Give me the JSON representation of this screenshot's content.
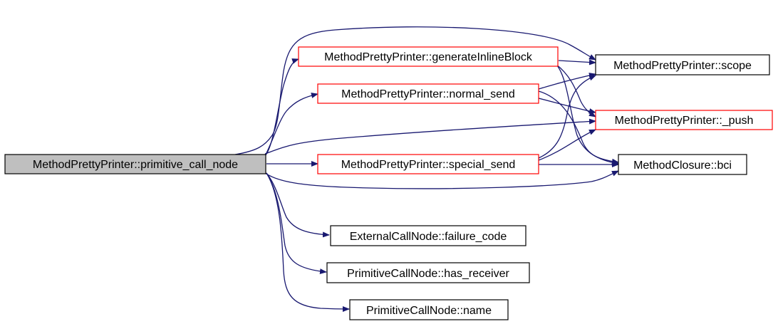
{
  "colors": {
    "edge": "#191970",
    "root_fill": "#bfbfbf",
    "node_fill": "#ffffff",
    "border_default": "#000000",
    "border_highlight": "#ff0000",
    "text": "#000000"
  },
  "nodes": {
    "root": {
      "label": "MethodPrettyPrinter::primitive_call_node",
      "style": "root"
    },
    "generate_inline_block": {
      "label": "MethodPrettyPrinter::generateInlineBlock",
      "style": "highlight"
    },
    "normal_send": {
      "label": "MethodPrettyPrinter::normal_send",
      "style": "highlight"
    },
    "special_send": {
      "label": "MethodPrettyPrinter::special_send",
      "style": "highlight"
    },
    "scope": {
      "label": "MethodPrettyPrinter::scope",
      "style": "default"
    },
    "push": {
      "label": "MethodPrettyPrinter::_push",
      "style": "highlight"
    },
    "bci": {
      "label": "MethodClosure::bci",
      "style": "default"
    },
    "failure_code": {
      "label": "ExternalCallNode::failure_code",
      "style": "default"
    },
    "has_receiver": {
      "label": "PrimitiveCallNode::has_receiver",
      "style": "default"
    },
    "name": {
      "label": "PrimitiveCallNode::name",
      "style": "default"
    }
  },
  "edges": [
    {
      "from": "root",
      "to": "generate_inline_block"
    },
    {
      "from": "root",
      "to": "normal_send"
    },
    {
      "from": "root",
      "to": "special_send"
    },
    {
      "from": "root",
      "to": "scope"
    },
    {
      "from": "root",
      "to": "push"
    },
    {
      "from": "root",
      "to": "bci"
    },
    {
      "from": "root",
      "to": "failure_code"
    },
    {
      "from": "root",
      "to": "has_receiver"
    },
    {
      "from": "root",
      "to": "name"
    },
    {
      "from": "generate_inline_block",
      "to": "scope"
    },
    {
      "from": "generate_inline_block",
      "to": "push"
    },
    {
      "from": "generate_inline_block",
      "to": "bci"
    },
    {
      "from": "normal_send",
      "to": "scope"
    },
    {
      "from": "normal_send",
      "to": "push"
    },
    {
      "from": "normal_send",
      "to": "bci"
    },
    {
      "from": "special_send",
      "to": "scope"
    },
    {
      "from": "special_send",
      "to": "push"
    },
    {
      "from": "special_send",
      "to": "bci"
    }
  ]
}
